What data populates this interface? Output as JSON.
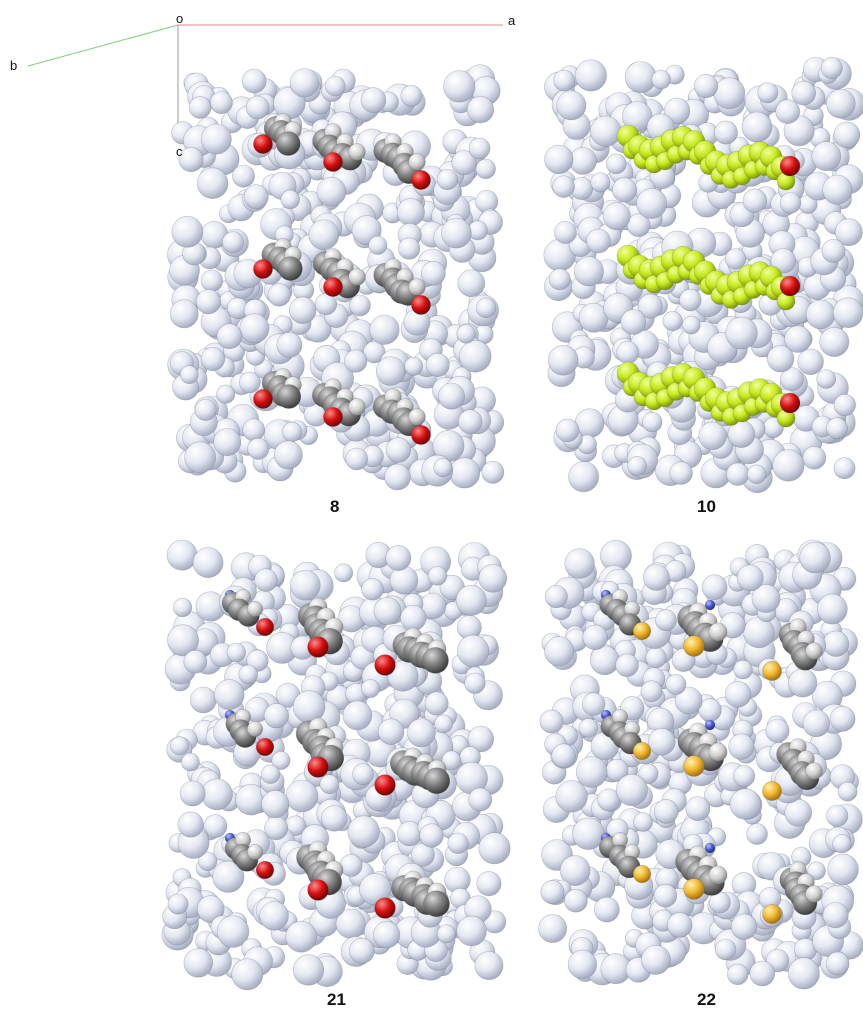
{
  "axes": {
    "origin": "o",
    "a": "a",
    "b": "b",
    "c": "c"
  },
  "panels": [
    {
      "label": "8",
      "host_color": "#dfe3ee",
      "guest_color": "#7a7a7a",
      "hetero_colors": [
        "#cc1010"
      ]
    },
    {
      "label": "10",
      "host_color": "#dfe3ee",
      "guest_color": "#c6e81e",
      "hetero_colors": [
        "#cc1010"
      ]
    },
    {
      "label": "21",
      "host_color": "#dfe3ee",
      "guest_color": "#7a7a7a",
      "hetero_colors": [
        "#cc1010",
        "#4a5bd6"
      ]
    },
    {
      "label": "22",
      "host_color": "#dfe3ee",
      "guest_color": "#7a7a7a",
      "hetero_colors": [
        "#f0b830",
        "#4a5bd6"
      ]
    }
  ]
}
